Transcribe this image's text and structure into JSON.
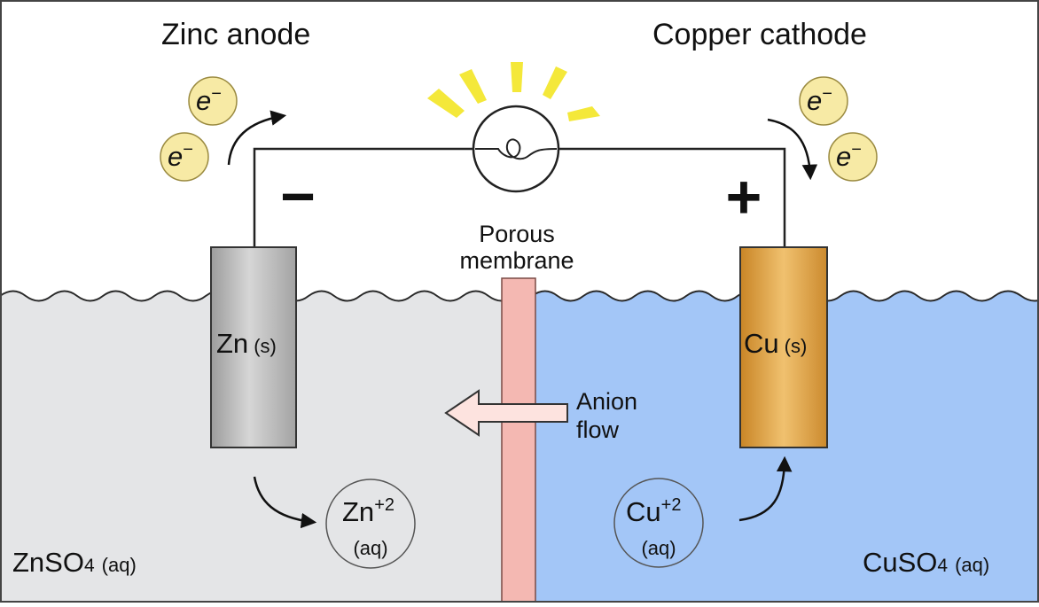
{
  "titles": {
    "anode": "Zinc anode",
    "cathode": "Copper cathode"
  },
  "signs": {
    "negative": "−",
    "positive": "+"
  },
  "electron": {
    "symbol": "e",
    "charge": "−"
  },
  "membrane": {
    "line1": "Porous",
    "line2": "membrane"
  },
  "anion_flow": {
    "line1": "Anion",
    "line2": "flow"
  },
  "electrodes": {
    "zinc": {
      "symbol": "Zn",
      "state": "(s)"
    },
    "copper": {
      "symbol": "Cu",
      "state": "(s)"
    }
  },
  "ions": {
    "zinc": {
      "symbol": "Zn",
      "charge": "+2",
      "state": "(aq)"
    },
    "copper": {
      "symbol": "Cu",
      "charge": "+2",
      "state": "(aq)"
    }
  },
  "solutions": {
    "left": {
      "formula": "ZnSO",
      "subscript": "4",
      "state": "(aq)"
    },
    "right": {
      "formula": "CuSO",
      "subscript": "4",
      "state": "(aq)"
    }
  },
  "colors": {
    "left_solution": "#e4e5e7",
    "right_solution": "#a3c6f7",
    "membrane": "#f4b8b2",
    "zinc_electrode": "#bdbdbd",
    "copper_electrode": "#e2a44a",
    "electron_fill": "#f7eaa5",
    "bulb_rays": "#f4e83a",
    "arrow_fill": "#fde3df"
  }
}
